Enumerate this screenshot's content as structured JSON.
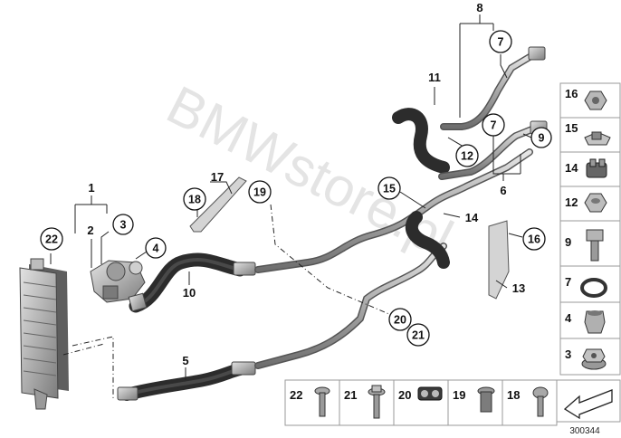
{
  "watermark": "BMWstore.pl",
  "doc_id": "300344",
  "colors": {
    "part_dark": "#3a3a3a",
    "part_mid": "#8c8c8c",
    "part_light": "#c8c8c8",
    "box_border": "#9a9a9a",
    "accent": "#111111"
  },
  "callouts": {
    "c1": "1",
    "c2": "2",
    "c3": "3",
    "c4": "4",
    "c5": "5",
    "c6": "6",
    "c7a": "7",
    "c7b": "7",
    "c8": "8",
    "c9": "9",
    "c10": "10",
    "c11": "11",
    "c12": "12",
    "c13": "13",
    "c14": "14",
    "c15": "15",
    "c16": "16",
    "c17": "17",
    "c18": "18",
    "c19": "19",
    "c20": "20",
    "c21": "21",
    "c22": "22"
  },
  "legend_right": [
    "16",
    "15",
    "14",
    "12",
    "9",
    "7",
    "4",
    "3"
  ],
  "legend_bottom": [
    "22",
    "21",
    "20",
    "19",
    "18"
  ],
  "icons": {
    "right": [
      "hex-nut-icon",
      "spring-clip-icon",
      "hose-clamp-icon",
      "collar-nut-icon",
      "hex-bolt-icon",
      "o-ring-icon",
      "sleeve-nut-icon",
      "flange-nut-icon"
    ],
    "bottom": [
      "torx-screw-icon",
      "flange-screw-icon",
      "pipe-clip-icon",
      "expanding-rivet-icon",
      "fillister-screw-icon",
      "arrow-icon"
    ]
  }
}
